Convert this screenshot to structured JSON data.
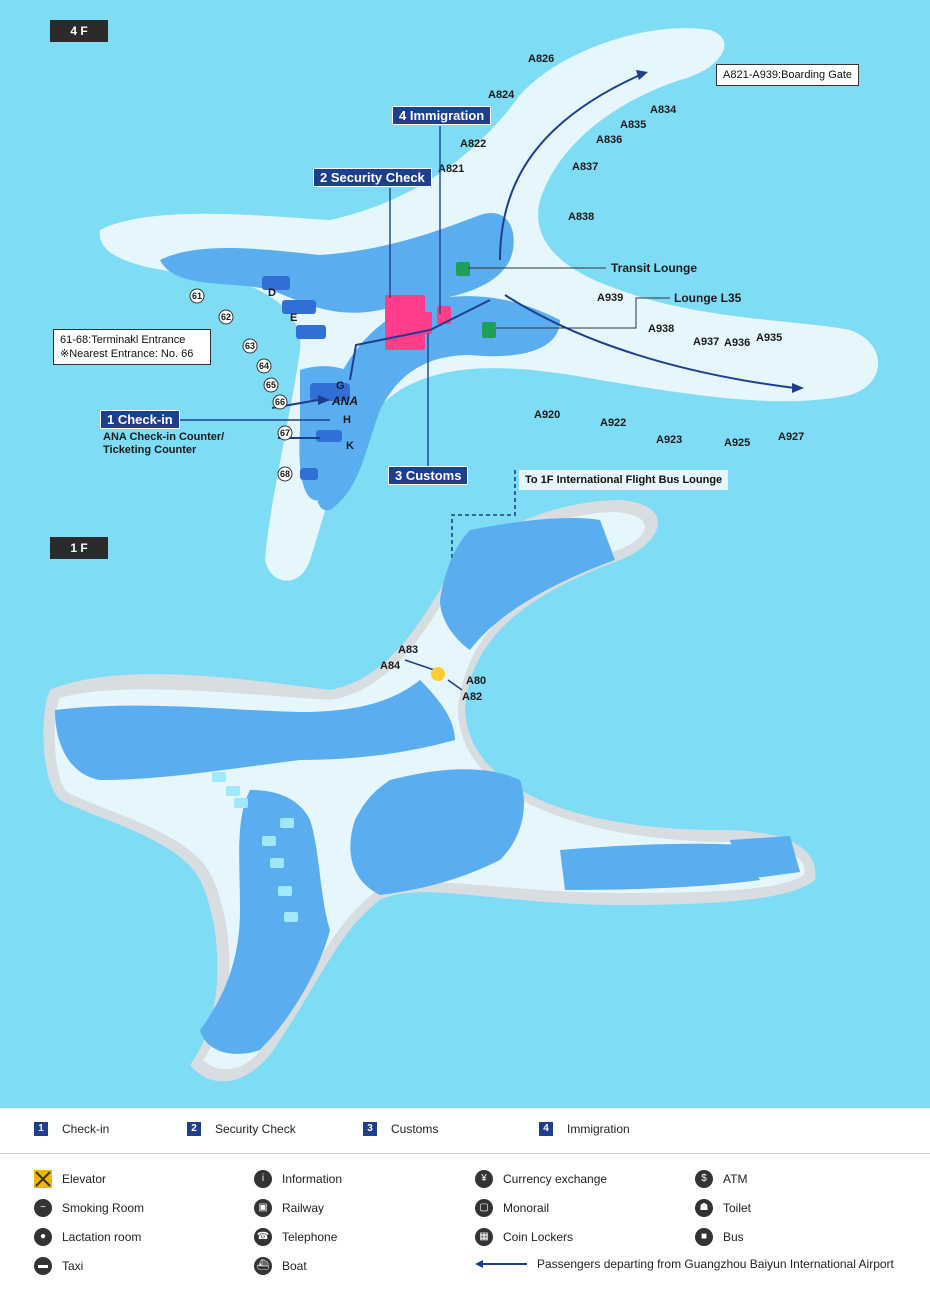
{
  "floors": {
    "upper": "4 F",
    "lower": "1 F"
  },
  "notes": {
    "boarding_gate": "A821-A939:Boarding Gate",
    "entrance_line1": "61-68:Terminakl Entrance",
    "entrance_line2": "※Nearest Entrance: No. 66"
  },
  "steps": [
    {
      "num": "1",
      "label": "Check-in"
    },
    {
      "num": "2",
      "label": "Security Check"
    },
    {
      "num": "3",
      "label": "Customs"
    },
    {
      "num": "4",
      "label": "Immigration"
    }
  ],
  "step_labels": {
    "checkin": "1 Check-in",
    "security": "2 Security Check",
    "customs": "3 Customs",
    "immigration": "4 Immigration"
  },
  "checkin_sub_line1": "ANA Check-in Counter/",
  "checkin_sub_line2": "Ticketing Counter",
  "places": {
    "transit_lounge": "Transit Lounge",
    "lounge_l35": "Lounge L35",
    "bus_lounge": "To 1F International Flight Bus Lounge"
  },
  "gates_4f": [
    "A826",
    "A824",
    "A834",
    "A835",
    "A836",
    "A822",
    "A821",
    "A837",
    "A838",
    "A939",
    "A938",
    "A937",
    "A936",
    "A935",
    "A920",
    "A922",
    "A923",
    "A925",
    "A927"
  ],
  "gates_1f": [
    "A83",
    "A84",
    "A80",
    "A82"
  ],
  "entrances": [
    "61",
    "62",
    "63",
    "64",
    "65",
    "66",
    "67",
    "68"
  ],
  "counters": [
    "D",
    "E",
    "G",
    "H",
    "K"
  ],
  "airline_logo": "ANA",
  "legend_icons": [
    {
      "label": "Elevator",
      "icon": "elevator-icon"
    },
    {
      "label": "Information",
      "icon": "information-icon"
    },
    {
      "label": "Currency exchange",
      "icon": "currency-exchange-icon"
    },
    {
      "label": "ATM",
      "icon": "atm-icon"
    },
    {
      "label": "Smoking Room",
      "icon": "smoking-room-icon"
    },
    {
      "label": "Railway",
      "icon": "railway-icon"
    },
    {
      "label": "Monorail",
      "icon": "monorail-icon"
    },
    {
      "label": "Toilet",
      "icon": "toilet-icon"
    },
    {
      "label": "Lactation room",
      "icon": "lactation-room-icon"
    },
    {
      "label": "Telephone",
      "icon": "telephone-icon"
    },
    {
      "label": "Coin Lockers",
      "icon": "coin-lockers-icon"
    },
    {
      "label": "Bus",
      "icon": "bus-icon"
    },
    {
      "label": "Taxi",
      "icon": "taxi-icon"
    },
    {
      "label": "Boat",
      "icon": "boat-icon"
    }
  ],
  "route_legend": "Passengers departing from Guangzhou Baiyun International Airport",
  "colors": {
    "sea": "#7fdcf5",
    "ground": "#e6f6fd",
    "building": "#5aaef0",
    "route": "#1e3f8e",
    "checkpoint": "#ff3d8a",
    "lounge": "#1fa05a"
  }
}
